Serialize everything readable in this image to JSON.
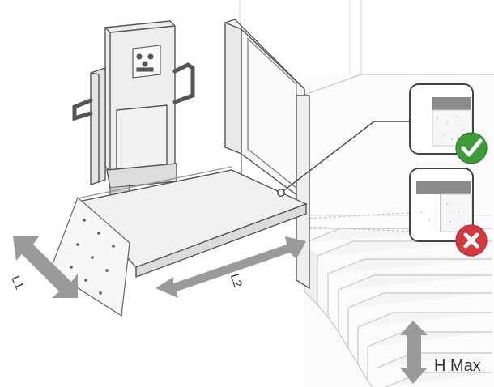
{
  "labels": {
    "l1": "L1",
    "l2": "L2",
    "h_max": "H Max"
  },
  "status": {
    "correct": "checkmark",
    "incorrect": "cross"
  },
  "colors": {
    "correct": "#3f9b3a",
    "incorrect": "#d23a3f",
    "arrow": "#9a9a9a",
    "line": "#555555"
  },
  "icons": [
    "control-panel-icon",
    "check-icon",
    "close-icon"
  ]
}
